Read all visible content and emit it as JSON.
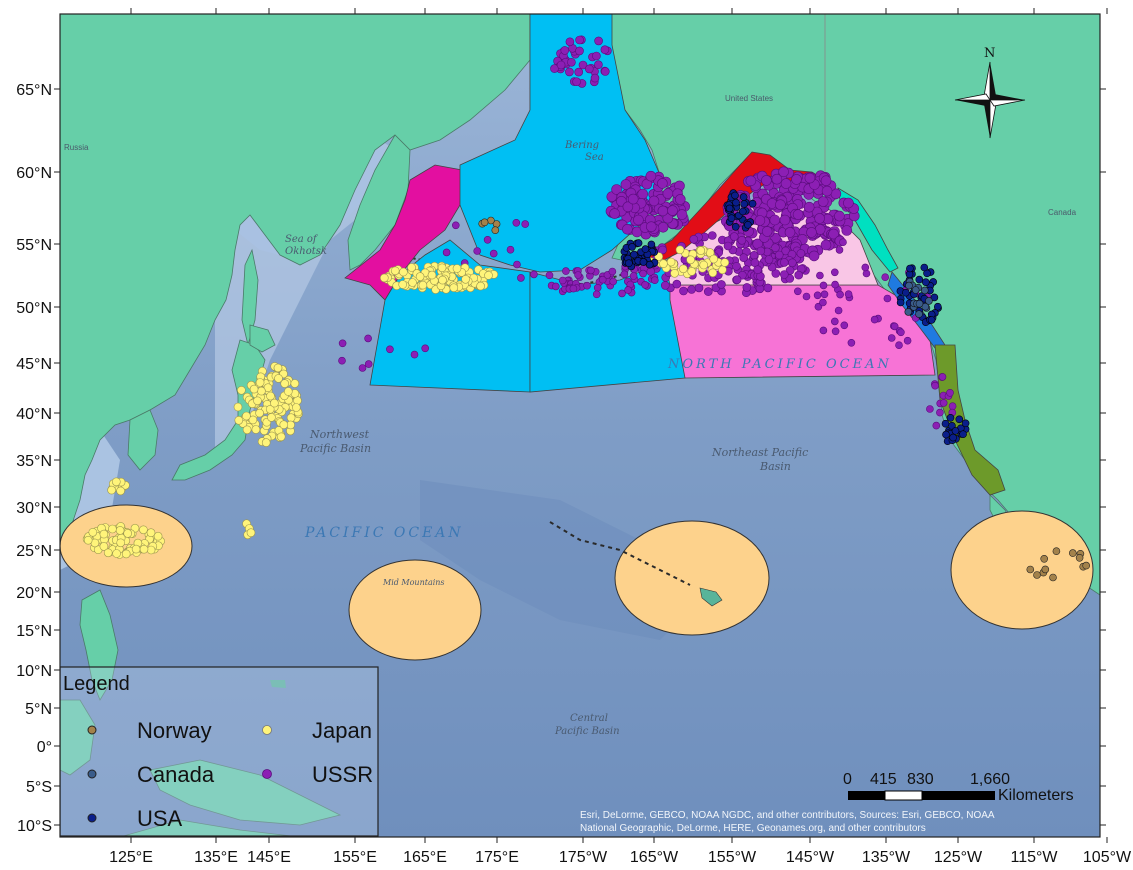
{
  "colors": {
    "land": "#66cfa8",
    "ocean": "#7f9dc6",
    "zone_cyan": "#00bff3",
    "zone_magenta": "#e30fa0",
    "zone_pink": "#f773d6",
    "zone_lightpink": "#f9c6e6",
    "zone_red": "#e20d16",
    "zone_olive": "#6d9a2a",
    "zone_blue": "#1f7ae0",
    "zone_aqua": "#00e0c0",
    "circle_fill": "#fdd28c",
    "norway": "#a3824b",
    "canada": "#3a5c8a",
    "usa": "#0a1e8a",
    "japan": "#fff47a",
    "ussr": "#8c1fb4"
  },
  "y_axis_labels": [
    "65°N",
    "60°N",
    "55°N",
    "50°N",
    "45°N",
    "40°N",
    "35°N",
    "30°N",
    "25°N",
    "20°N",
    "15°N",
    "10°N",
    "5°N",
    "0°",
    "5°S",
    "10°S"
  ],
  "x_axis_labels": [
    "125°E",
    "135°E",
    "145°E",
    "155°E",
    "165°E",
    "175°E",
    "175°W",
    "165°W",
    "155°W",
    "145°W",
    "135°W",
    "125°W",
    "115°W",
    "105°W"
  ],
  "legend": {
    "title": "Legend",
    "items": [
      {
        "name": "Norway",
        "color_key": "norway"
      },
      {
        "name": "Japan",
        "color_key": "japan"
      },
      {
        "name": "Canada",
        "color_key": "canada"
      },
      {
        "name": "USSR",
        "color_key": "ussr"
      },
      {
        "name": "USA",
        "color_key": "usa"
      }
    ]
  },
  "map_labels": {
    "north_pacific": "NORTH PACIFIC OCEAN",
    "pacific": "PACIFIC OCEAN",
    "nw_basin": [
      "Northwest",
      "Pacific Basin"
    ],
    "ne_basin": [
      "Northeast Pacific",
      "Basin"
    ],
    "central_basin": [
      "Central",
      "Pacific Basin"
    ],
    "sea_okhotsk": [
      "Sea of",
      "Okhotsk"
    ],
    "bering": [
      "Bering",
      "Sea"
    ],
    "united_states": "United States",
    "russia": "Russia",
    "canada": "Canada",
    "mid_mountains": "Mid Mountains"
  },
  "scale_bar": {
    "ticks": [
      "0",
      "415",
      "830",
      "1,660"
    ],
    "unit": "Kilometers"
  },
  "north_arrow": "N",
  "credits": [
    "Esri, DeLorme, GEBCO, NOAA NGDC, and other contributors, Sources: Esri, GEBCO, NOAA",
    "National Geographic, DeLorme, HERE, Geonames.org, and other contributors"
  ]
}
